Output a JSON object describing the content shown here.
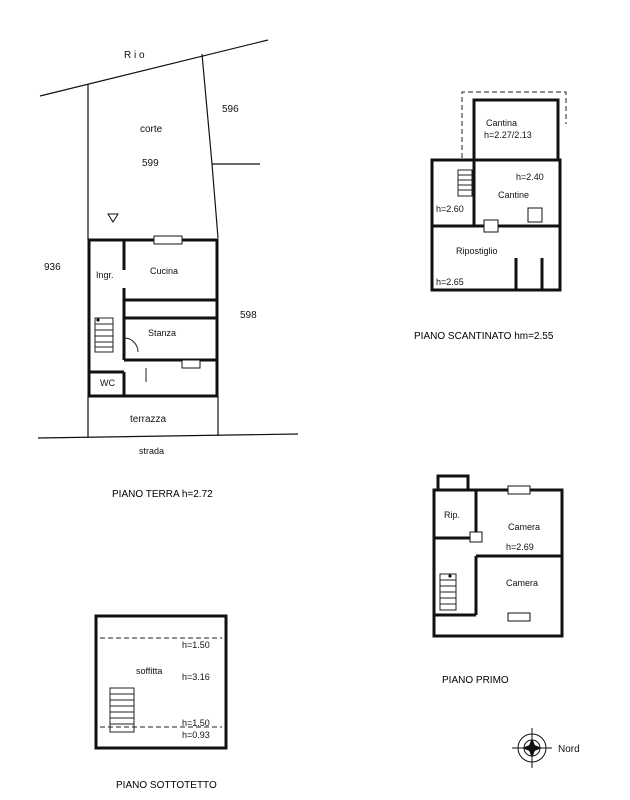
{
  "site": {
    "river": "R i o",
    "courtyard": "corte",
    "parcel_599": "599",
    "parcel_596": "596",
    "parcel_936": "936",
    "parcel_598": "598",
    "street": "strada"
  },
  "ground_floor": {
    "caption": "PIANO TERRA h=2.72",
    "entrance": "Ingr.",
    "kitchen": "Cucina",
    "room": "Stanza",
    "wc": "WC",
    "terrace": "terrazza"
  },
  "basement": {
    "caption": "PIANO SCANTINATO hm=2.55",
    "cellar": "Cantina",
    "cellar_height": "h=2.27/2.13",
    "cellars": "Cantine",
    "cellars_height": "h=2.40",
    "left_height": "h=2.60",
    "storage": "Ripostiglio",
    "storage_height": "h=2.65"
  },
  "first_floor": {
    "caption": "PIANO PRIMO",
    "storage": "Rip.",
    "bedroom_top": "Camera",
    "height": "h=2.69",
    "bedroom_bottom": "Camera"
  },
  "attic": {
    "caption": "PIANO SOTTOTETTO",
    "room": "soffitta",
    "h1": "h=1.50",
    "h2": "h=3.16",
    "h3": "h=1.50",
    "h4": "h=0.93"
  },
  "compass": {
    "label": "Nord"
  }
}
